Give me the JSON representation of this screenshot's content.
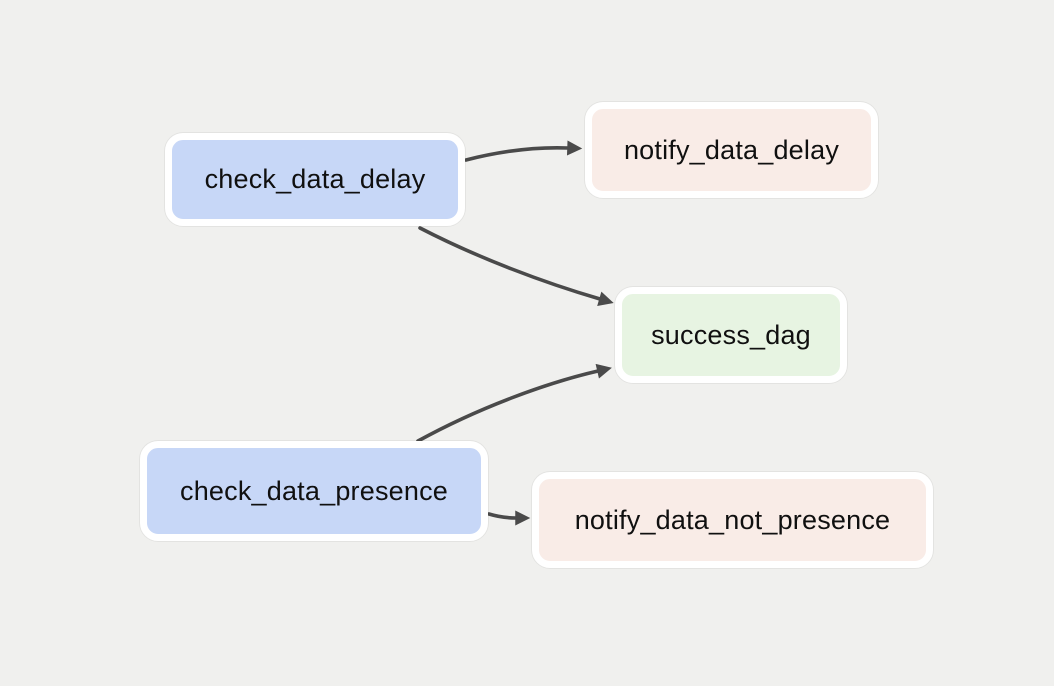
{
  "diagram": {
    "type": "dag-graph",
    "background_color": "#f0f0ee",
    "edge_color": "#4a4a4a",
    "nodes": [
      {
        "id": "check_data_delay",
        "label": "check_data_delay",
        "fill": "#c7d7f7"
      },
      {
        "id": "notify_data_delay",
        "label": "notify_data_delay",
        "fill": "#f9ece7"
      },
      {
        "id": "success_dag",
        "label": "success_dag",
        "fill": "#e7f4e2"
      },
      {
        "id": "check_data_presence",
        "label": "check_data_presence",
        "fill": "#c7d7f7"
      },
      {
        "id": "notify_data_not_presence",
        "label": "notify_data_not_presence",
        "fill": "#f9ece7"
      }
    ],
    "edges": [
      {
        "from": "check_data_delay",
        "to": "notify_data_delay"
      },
      {
        "from": "check_data_delay",
        "to": "success_dag"
      },
      {
        "from": "check_data_presence",
        "to": "success_dag"
      },
      {
        "from": "check_data_presence",
        "to": "notify_data_not_presence"
      }
    ]
  }
}
